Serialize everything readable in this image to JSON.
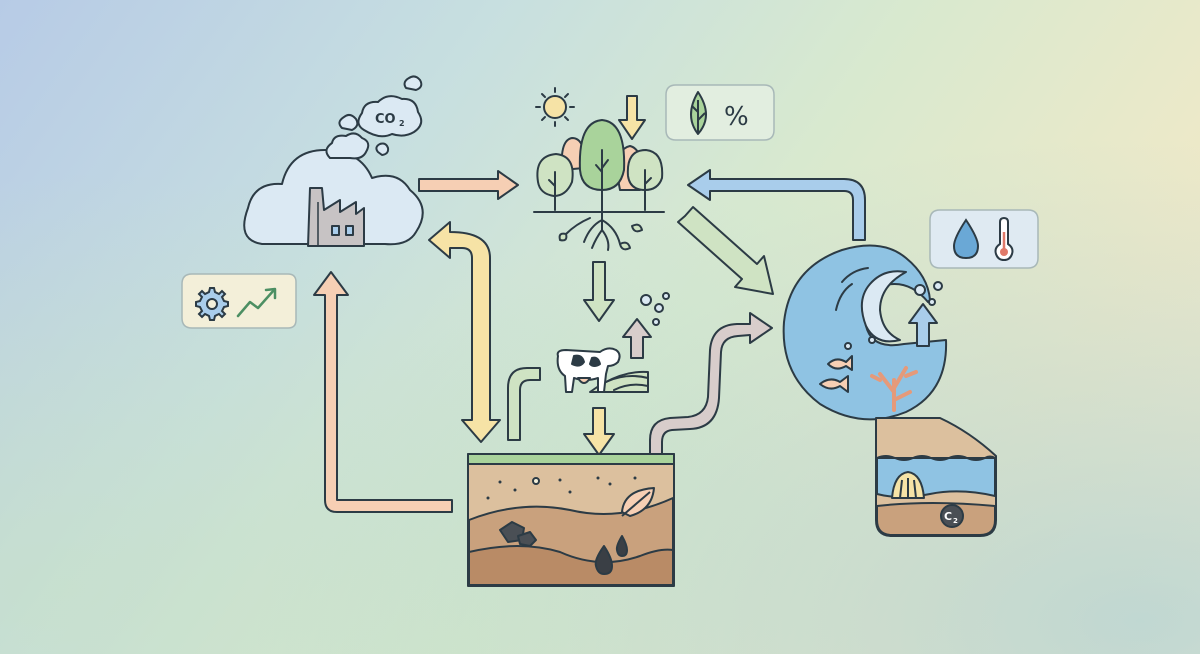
{
  "atmosphere": {
    "co2_label": "CO",
    "co2_subscript": "2"
  },
  "sediment": {
    "carbon_label": "C",
    "carbon_subscript": "2"
  },
  "badges": {
    "industry": {
      "icons": [
        "gear-icon",
        "trend-up-icon"
      ]
    },
    "forest": {
      "icons": [
        "leaf-icon",
        "percent-icon"
      ],
      "percent_symbol": "%"
    },
    "ocean": {
      "icons": [
        "water-drop-icon",
        "thermometer-icon"
      ]
    }
  },
  "colors": {
    "peach_arrow": "#f6cfb4",
    "yellow_arrow": "#f6e3a6",
    "green_arrow": "#cfe3c3",
    "blue_arrow": "#a9cdeb",
    "grey_arrow": "#d8cdcb",
    "ocean": "#8fc3e3",
    "soil_dark": "#b98b66",
    "soil_light": "#dcc09e",
    "grass": "#a9d39b",
    "outline": "#2c3b45"
  }
}
